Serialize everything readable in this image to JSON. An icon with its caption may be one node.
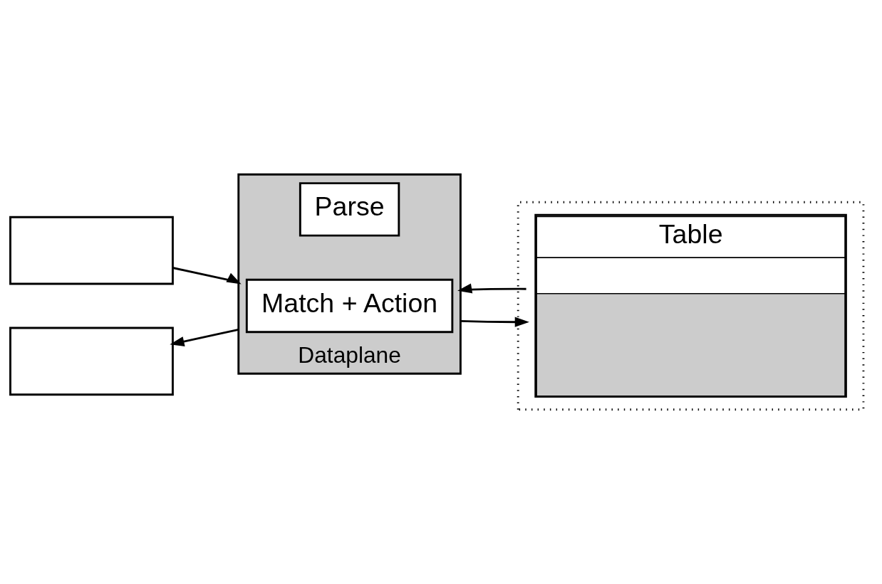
{
  "diagram": {
    "nodes": [
      {
        "text": [],
        "shape": "box"
      },
      {
        "text": [],
        "shape": "box"
      },
      {
        "text": [
          "Dataplane"
        ]
      },
      {
        "text": [
          "Parse"
        ],
        "in": 2
      },
      {
        "text": [
          "Match + Action"
        ],
        "in": 2
      },
      {
        "text": [],
        "shape": "box"
      },
      {
        "text": [
          "Table"
        ],
        "in": 5
      }
    ],
    "edges": [
      {
        "from": 0,
        "to": 2,
        "arrow": "to"
      },
      {
        "from": 2,
        "to": 1,
        "arrow": "to"
      },
      {
        "from": 2,
        "to": 6,
        "arrow": "to"
      },
      {
        "from": 6,
        "to": 2,
        "arrow": "to"
      }
    ]
  }
}
